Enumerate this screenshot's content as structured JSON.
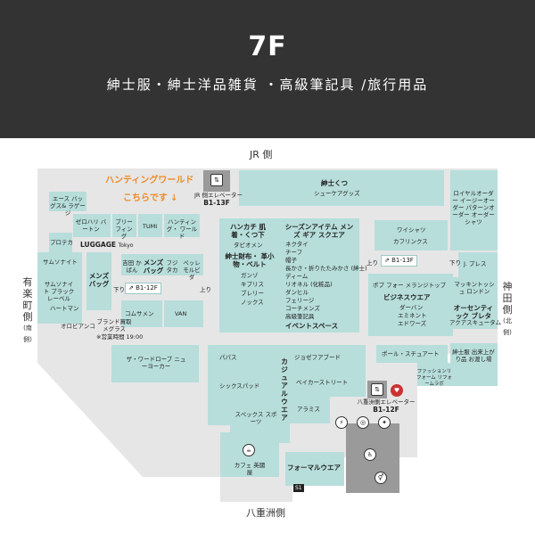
{
  "header": {
    "floor": "7F",
    "subtitle": "紳士服・紳士洋品雑貨 ・高級筆記具 /旅行用品"
  },
  "directions": {
    "top": "JR 側",
    "bottom": "八重洲側",
    "left": "有楽町側",
    "left_sub": "(南側)",
    "right": "神田側",
    "right_sub": "(北側)"
  },
  "promo": {
    "line1": "ハンティングワールド",
    "line2": "こちらです ↓"
  },
  "elevators": {
    "jr": "JR 側エレベーター",
    "jr_floors": "B1-13F",
    "yaesu": "八重洲側エレベーター",
    "yaesu_floors": "B1-12F"
  },
  "escalators": {
    "left": "B1-12F",
    "left_down": "下り",
    "left_up": "上り",
    "right": "B1-13F",
    "right_up": "上り",
    "right_down": "下り"
  },
  "stores": {
    "ace_bags": "エース バッグス& ラゲージ",
    "zero_halli": "ゼロハリ バートン",
    "briefing": "ブリー フィング",
    "tumi": "TUMI",
    "hunting_world": "ハンティング・ ワールド",
    "protera": "プロテカ",
    "samsonite": "サムソナイト",
    "samsonite_black": "サムソナイト ブラック レーベル",
    "hartmann": "ハートマン",
    "orobianco": "オロビアンコ",
    "brand_mexus": "ブランド買取 メグラス",
    "brand_hours": "※営業時間 19:00",
    "luggage": "LUGGAGE",
    "luggage_sub": "Tokyo",
    "mens_bag": "メンズ バッグ",
    "yoshida": "吉田 かばん",
    "mens_bag2": "メンズ バッグ",
    "fujitaka": "フジ タカ",
    "pelle": "ペッレ モルビダ",
    "comme": "コムサメン",
    "van": "VAN",
    "wardrobe": "ザ・ワードローブ ニューヨーカー",
    "hankachi": "ハンカチ 肌着・くつ下",
    "tabio": "タビオメン",
    "season": "シーズンアイテム メンズ ギア スクエア",
    "necktie": "ネクタイ",
    "chief": "チーフ",
    "hat": "帽子",
    "umbrella": "長かさ・折りたたみかさ (紳士)",
    "dimu": "ディーム",
    "rinewal": "リオネル (化粧品)",
    "danhill": "ダンヒル",
    "feragamo": "フェリージ",
    "coach": "コーチメンズ",
    "pens": "高級筆記具",
    "event": "イベントスペース",
    "wallet": "紳士財布・ 革小物・ベルト",
    "ganzo": "ガンゾ",
    "kipris": "キプリス",
    "bleu": "ブレリー",
    "knox": "ノックス",
    "shoes": "紳士くつ",
    "shoe_gudes": "シューケアグッズ",
    "shirt": "ワイシャツ",
    "cufflinks": "カフリンクス",
    "royal": "ロイヤルオーダー イージーオーダー パターンオーダー オーダーシャツ",
    "j_press": "J. プレス",
    "mackintosh": "マッキントッシュ ロンドン",
    "kanda_pole": "ポプ フォー メランジトップ",
    "business": "ビジネスウエア",
    "durban": "ダーバン",
    "eminent": "エミネント",
    "edwards": "エドワーズ",
    "authentic": "オーセンティック ブレタ",
    "aquascutum": "アクアスキュータム",
    "pabas": "パパス",
    "six_pad": "シックスパッド",
    "casual": "カジュアルウエア",
    "spex": "スペックス スポーツ",
    "joseph": "ジョゼフアブード",
    "baker": "ベイカーストリート",
    "alamis": "アラミス",
    "paul": "ポール・スチュアート",
    "gentleman": "紳士服 出来上がり品 お渡し場",
    "fashion_reform": "ファッションリフォーム リフォームラボ",
    "cafe": "カフェ 英國屋",
    "formal": "フォーマルウエア",
    "s1": "S1"
  },
  "icons": {
    "elevator": "elevator-icon",
    "escalator": "escalator-icon",
    "aed": "aed-icon",
    "cafe": "cafe-icon",
    "restroom": "restroom-icon",
    "accessible": "wheelchair-icon"
  },
  "colors": {
    "header_bg": "#333333",
    "store": "#b7dedb",
    "corridor": "#e6e6e6",
    "accent": "#f08a24",
    "facility": "#9a9a9a"
  }
}
